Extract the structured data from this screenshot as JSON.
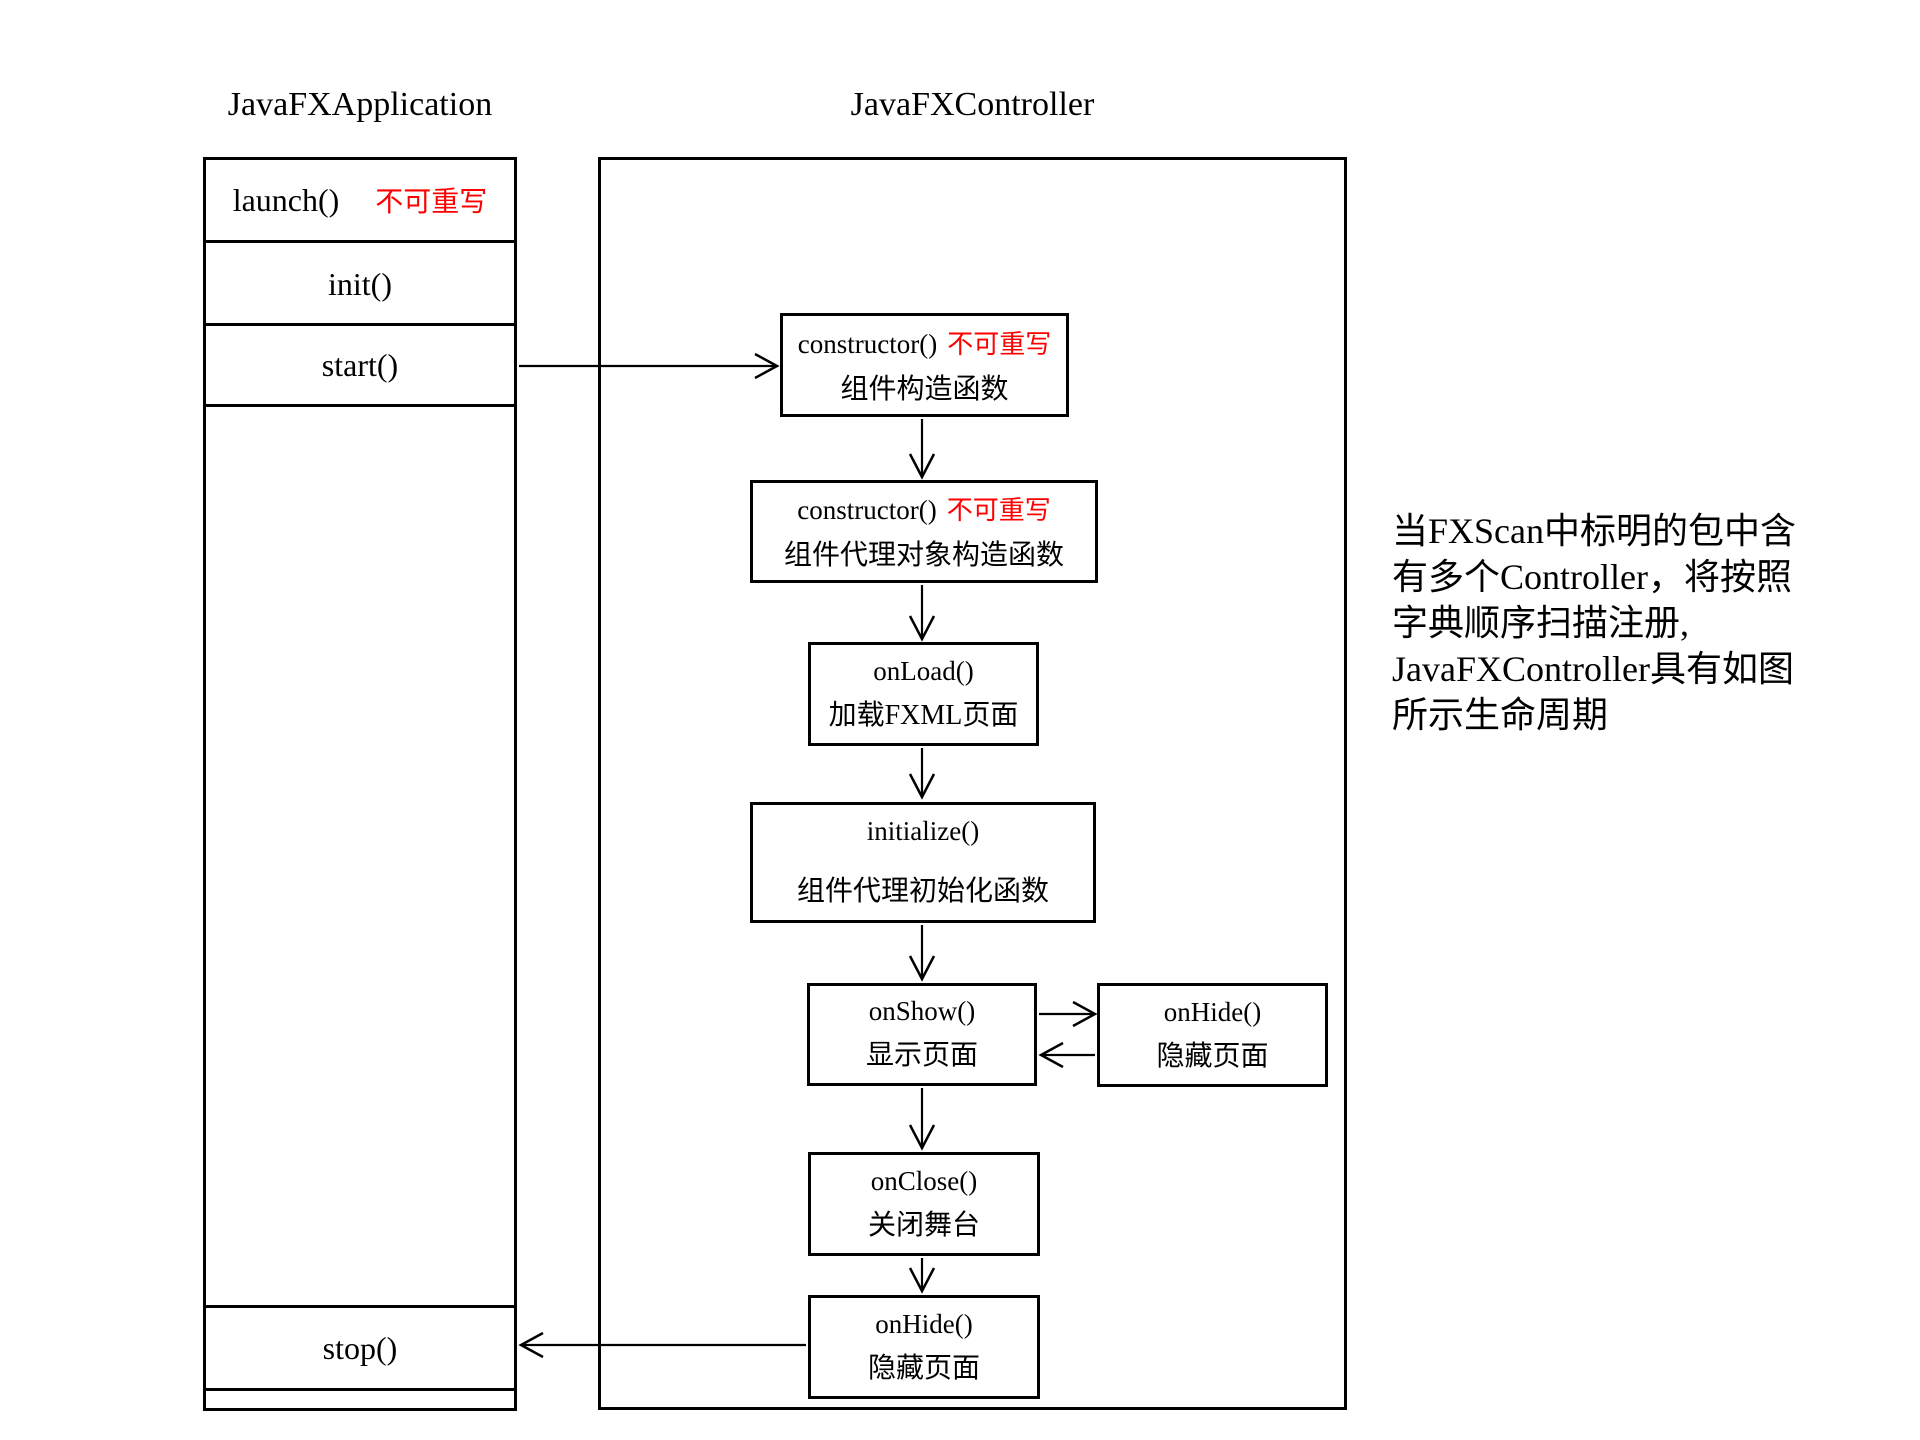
{
  "titles": {
    "application": "JavaFXApplication",
    "controller": "JavaFXController"
  },
  "colors": {
    "annotation_red": "#ff0000",
    "stroke": "#000000",
    "background": "#ffffff"
  },
  "application_lifecycle": {
    "launch": {
      "label": "launch()",
      "annotation": "不可重写"
    },
    "init": {
      "label": "init()"
    },
    "start": {
      "label": "start()"
    },
    "stop": {
      "label": "stop()"
    }
  },
  "controller_lifecycle": {
    "constructor1": {
      "label": "constructor()",
      "annotation": "不可重写",
      "subtitle": "组件构造函数"
    },
    "constructor2": {
      "label": "constructor()",
      "annotation": "不可重写",
      "subtitle": "组件代理对象构造函数"
    },
    "onload": {
      "label": "onLoad()",
      "subtitle": "加载FXML页面"
    },
    "initialize": {
      "label": "initialize()",
      "subtitle": "组件代理初始化函数"
    },
    "onshow": {
      "label": "onShow()",
      "subtitle": "显示页面"
    },
    "onhide_side": {
      "label": "onHide()",
      "subtitle": "隐藏页面"
    },
    "onclose": {
      "label": "onClose()",
      "subtitle": "关闭舞台"
    },
    "onhide_end": {
      "label": "onHide()",
      "subtitle": "隐藏页面"
    }
  },
  "side_note": {
    "lines": [
      "当FXScan中标明的包中含",
      "有多个Controller，将按照",
      "字典顺序扫描注册,",
      "JavaFXController具有如图",
      "所示生命周期"
    ]
  }
}
